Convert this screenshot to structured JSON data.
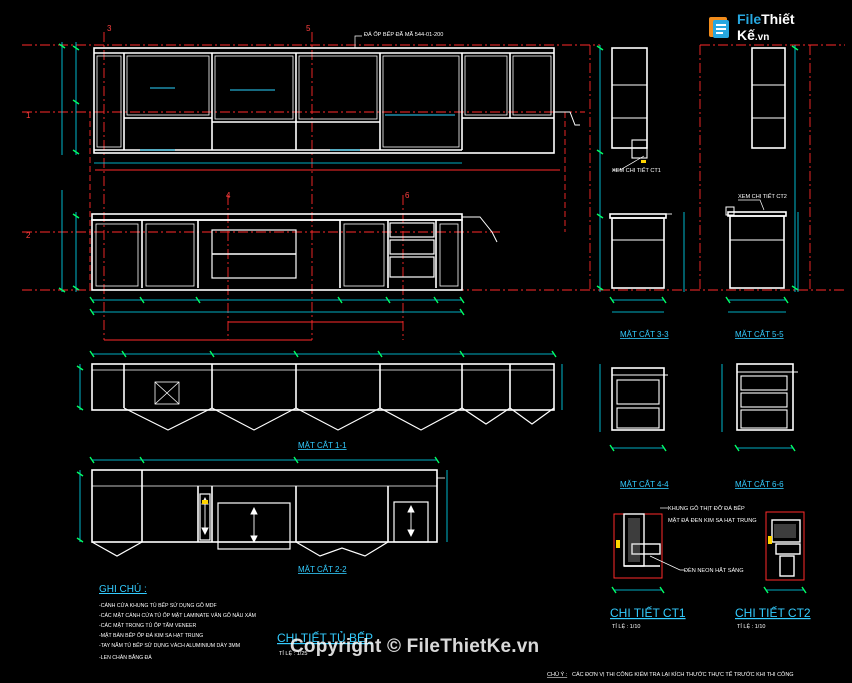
{
  "watermark": {
    "logo_text_a": "File",
    "logo_text_b": "Thiết Kế",
    "logo_suffix": ".vn",
    "copyright": "Copyright © FileThietKe.vn"
  },
  "grid_labels": {
    "g1": "1",
    "g2": "2",
    "g3": "3",
    "g4": "4",
    "g5": "5",
    "g6": "6"
  },
  "callouts": {
    "elevation_note": "ĐÁ ỐP BẾP ĐÃ MÃ 544-01-200",
    "detail_ct1": "XEM CHI TIẾT CT1",
    "detail_ct2": "XEM CHI TIẾT CT2",
    "ct_note_1": "KHUNG GỖ THỊT ĐỠ ĐÁ BẾP",
    "ct_note_2": "MẶT ĐÁ ĐEN KIM SA HẠT TRUNG",
    "ct_note_3": "ĐÈN NEON HẮT SÁNG"
  },
  "section_titles": {
    "s33": "MẶT CẮT 3-3",
    "s55": "MẶT CẮT 5-5",
    "s11": "MẶT CẮT 1-1",
    "s44": "MẶT CẮT 4-4",
    "s66": "MẶT CẮT 6-6",
    "s22": "MẶT CẮT 2-2"
  },
  "details": {
    "ct1_title": "CHI TIẾT CT1",
    "ct1_scale": "TỈ LỆ : 1/10",
    "ct2_title": "CHI TIẾT CT2",
    "ct2_scale": "TỈ LỆ : 1/10"
  },
  "notes": {
    "heading": "GHI CHÚ :",
    "items": [
      "-CÁNH CỬA KHUNG TỦ BẾP SỬ DỤNG GỖ MDF",
      "-CÁC MẶT CÁNH CỬA TỦ ỐP MẶT LAMINATE VÂN GỖ NÂU XÁM",
      "-CÁC MẶT TRONG TỦ ỐP TẤM VENEER",
      "-MẶT BÀN BẾP ỐP ĐÁ KIM SA HẠT TRUNG",
      "-TAY NẮM TỦ BẾP SỬ DỤNG VÁCH ALUMINIUM DÀY 3MM",
      "-LEN CHÂN BẰNG ĐÁ"
    ]
  },
  "title_block": {
    "title": "CHI TIẾT TỦ BẾP",
    "scale": "TỈ LỆ : 1/25"
  },
  "footer_note": {
    "label": "CHÚ Ý :",
    "text": "CÁC ĐƠN VỊ THI CÔNG KIỂM TRA LẠI KÍCH THƯỚC THỰC TẾ TRƯỚC KHI THI CÔNG"
  },
  "colors": {
    "background": "#000000",
    "cabinet_lines": "#ffffff",
    "dimension_lines": "#00e5ff",
    "axis_lines": "#ff2a2a",
    "dimension_ticks": "#00ff66",
    "accent_yellow": "#ffd400",
    "text_cyan": "#33ccff"
  }
}
